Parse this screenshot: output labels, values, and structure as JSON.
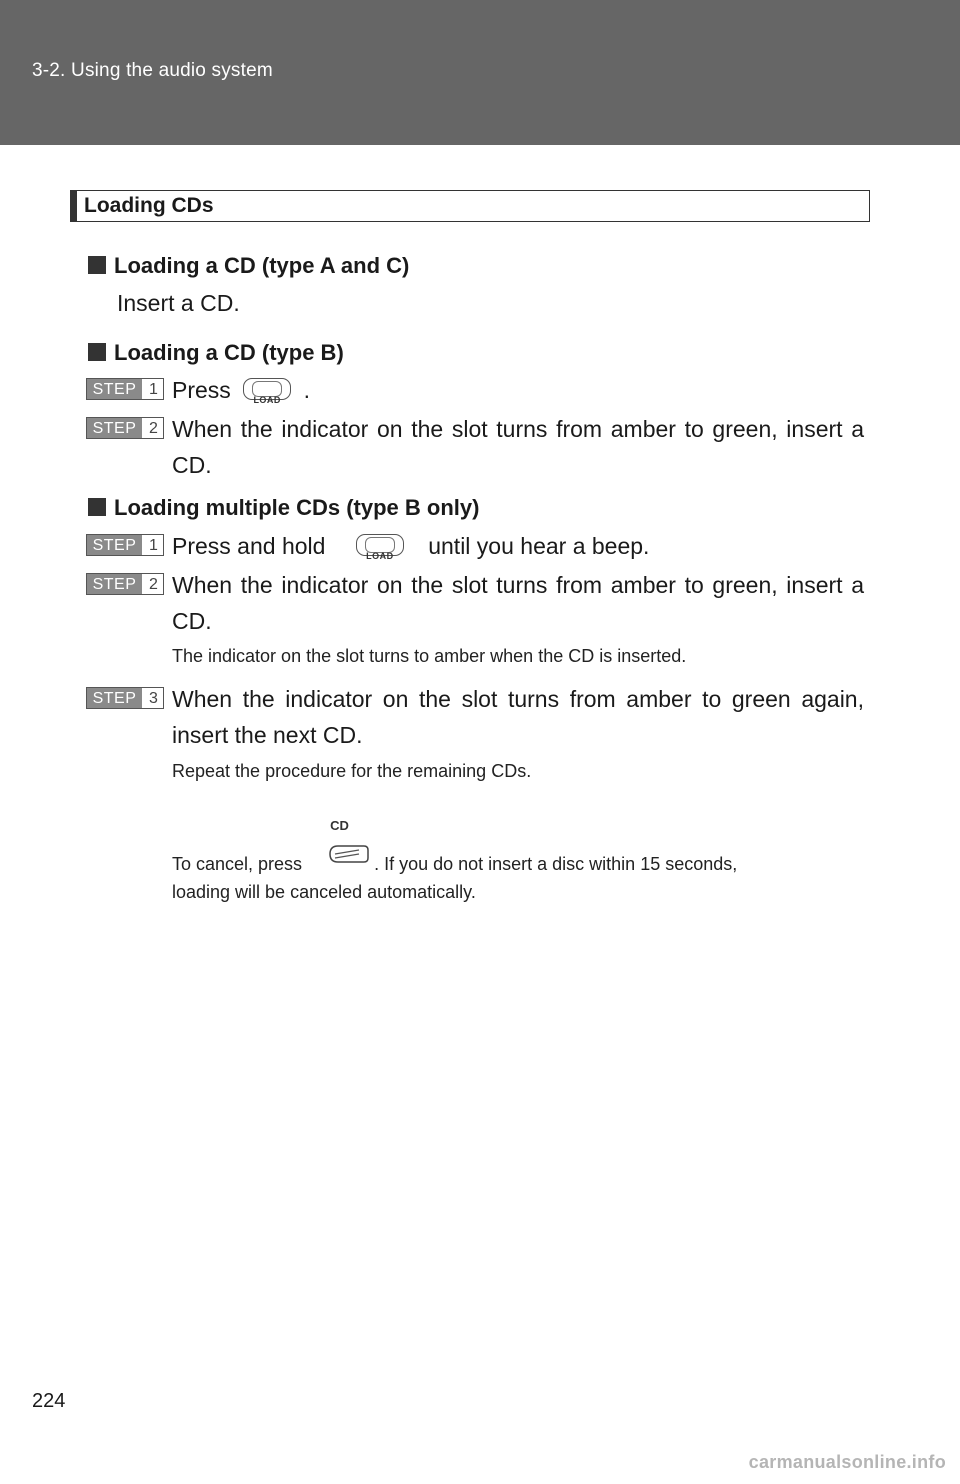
{
  "header": {
    "breadcrumb": "3-2. Using the audio system"
  },
  "section": {
    "title": "Loading CDs"
  },
  "blocks": {
    "typeAC": {
      "heading": "Loading a CD (type A and C)",
      "text": "Insert a CD."
    },
    "typeB": {
      "heading": "Loading a CD (type B)",
      "steps": [
        {
          "label": "STEP",
          "num": "1",
          "pre": "Press",
          "post": "."
        },
        {
          "label": "STEP",
          "num": "2",
          "text": "When the indicator on the slot turns from amber to green, insert a CD."
        }
      ]
    },
    "multi": {
      "heading": "Loading multiple CDs (type B only)",
      "steps": [
        {
          "label": "STEP",
          "num": "1",
          "pre": "Press and hold",
          "post": "until you hear a beep."
        },
        {
          "label": "STEP",
          "num": "2",
          "text": "When the indicator on the slot turns from amber to green, insert a CD.",
          "note": "The indicator on the slot turns to amber when the CD is inserted."
        },
        {
          "label": "STEP",
          "num": "3",
          "text": "When the indicator on the slot turns from amber to green again, insert the next CD.",
          "note": "Repeat the procedure for the remaining CDs."
        }
      ],
      "cancel_pre": "To cancel, press",
      "cancel_post": ". If you do not insert a disc within 15 seconds,",
      "cancel_line2": "loading will be canceled automatically."
    }
  },
  "buttons": {
    "load": "LOAD",
    "cd": "CD"
  },
  "icons": {
    "load": "load-button-icon",
    "cd": "cd-button-icon",
    "bullet": "square-bullet-icon"
  },
  "footer": {
    "page_number": "224",
    "watermark": "carmanualsonline.info"
  }
}
